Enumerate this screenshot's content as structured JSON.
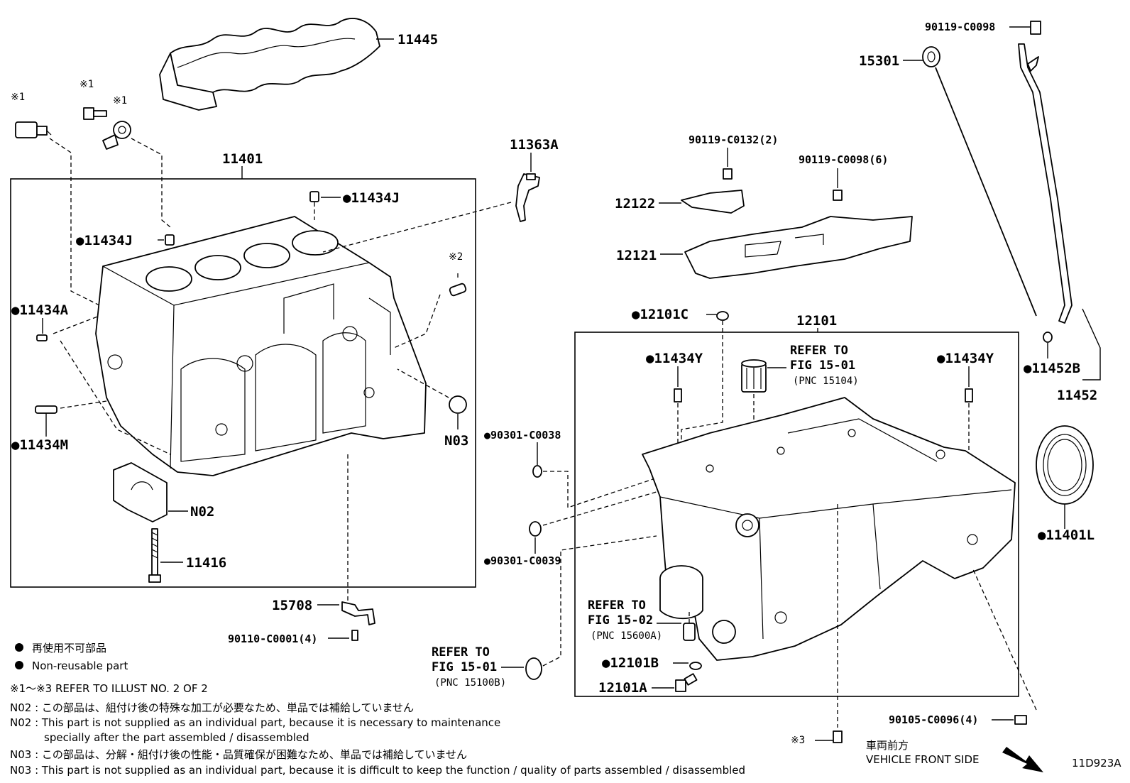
{
  "diagram": {
    "code": "11D923A",
    "callouts": {
      "c11445": "11445",
      "c11401": "11401",
      "c11363A": "11363A",
      "c11434J_top": "●11434J",
      "c11434J_left": "●11434J",
      "c11434A": "●11434A",
      "c11434M": "●11434M",
      "cN02": "N02",
      "cN03": "N03",
      "c11416": "11416",
      "c15708": "15708",
      "c90110": "90110-C0001(4)",
      "c90301_38": "●90301-C0038",
      "c90301_39": "●90301-C0039",
      "c90119_0132": "90119-C0132(2)",
      "c90119_0098_6": "90119-C0098(6)",
      "c12122": "12122",
      "c12121": "12121",
      "c12101C": "●12101C",
      "c12101": "12101",
      "c11434Y_left": "●11434Y",
      "c11434Y_right": "●11434Y",
      "c12101B": "●12101B",
      "c12101A": "12101A",
      "c90105": "90105-C0096(4)",
      "c90119_0098_top": "90119-C0098",
      "c15301": "15301",
      "c11452B": "●11452B",
      "c11452": "11452",
      "c11401L": "●11401L",
      "star1_a": "※1",
      "star1_b": "※1",
      "star1_c": "※1",
      "star2": "※2",
      "star3": "※3"
    },
    "refs": {
      "r1501a_1": "REFER TO",
      "r1501a_2": "FIG 15-01",
      "r1501a_3": "(PNC 15104)",
      "r1502_1": "REFER TO",
      "r1502_2": "FIG 15-02",
      "r1502_3": "(PNC 15600A)",
      "r1501b_1": "REFER TO",
      "r1501b_2": "FIG 15-01",
      "r1501b_3": "(PNC 15100B)"
    },
    "legend": {
      "jp": "再使用不可部品",
      "en": "Non-reusable part",
      "refer": "※1〜※3  REFER TO ILLUST NO. 2 OF 2",
      "n02_jp": "N02 : この部品は、組付け後の特殊な加工が必要なため、単品では補給していません",
      "n02_en_1": "N02 : This part is not supplied as an individual part, because it is necessary to maintenance",
      "n02_en_2": "specially after the part assembled / disassembled",
      "n03_jp": "N03 : この部品は、分解・組付け後の性能・品質確保が困難なため、単品では補給していません",
      "n03_en": "N03 : This part is not supplied as an individual part, because it is difficult to keep the function / quality of parts  assembled / disassembled"
    },
    "front": {
      "jp": "車両前方",
      "en": "VEHICLE FRONT SIDE"
    }
  }
}
